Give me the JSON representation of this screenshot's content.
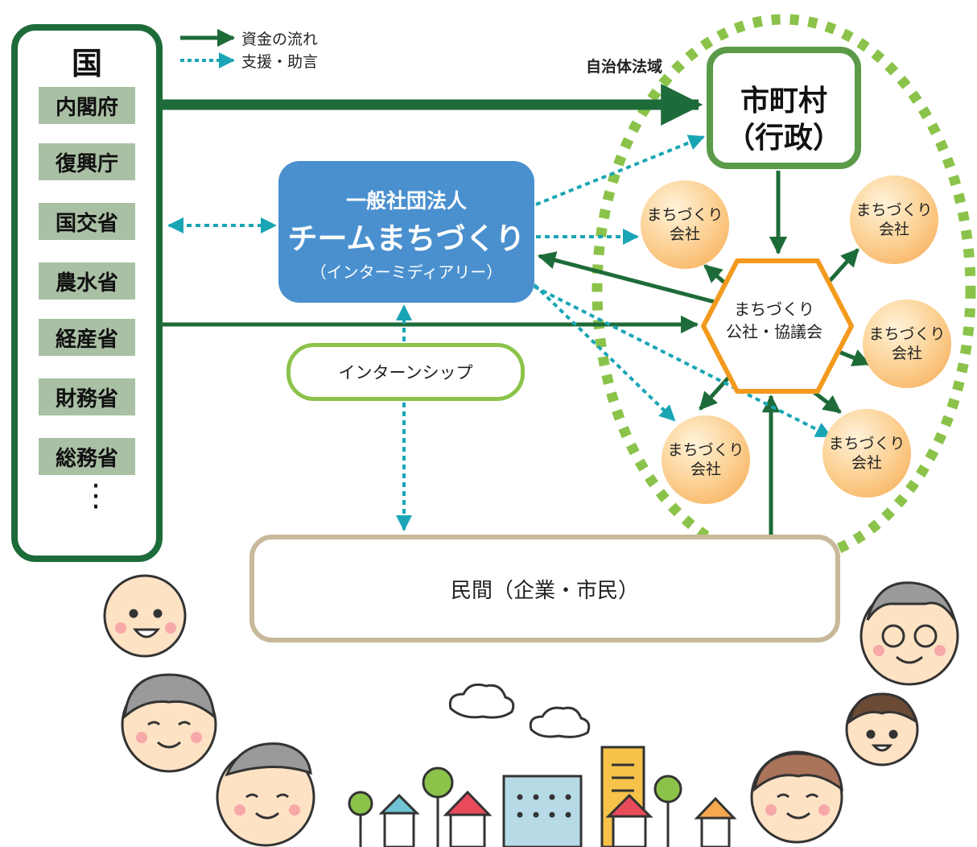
{
  "legend": {
    "funds_label": "資金の流れ",
    "support_label": "支援・助言"
  },
  "government": {
    "title": "国",
    "ministries": [
      "内閣府",
      "復興庁",
      "国交省",
      "農水省",
      "経産省",
      "財務省",
      "総務省"
    ],
    "more": "⋮"
  },
  "team": {
    "subtitle": "一般社団法人",
    "name": "チームまちづくり",
    "paren": "（インターミディアリー）"
  },
  "internship": {
    "label": "インターンシップ"
  },
  "private_sector": {
    "label": "民間（企業・市民）"
  },
  "region": {
    "label": "自治体法域"
  },
  "municipality": {
    "line1": "市町村",
    "line2": "（行政）"
  },
  "council": {
    "line1": "まちづくり",
    "line2": "公社・協議会"
  },
  "company": {
    "line1": "まちづくり",
    "line2": "会社"
  },
  "colors": {
    "funds_arrow": "#1e6b3a",
    "support_arrow": "#1aa5b5",
    "region_ring": "#8bc34a",
    "council_border": "#f39a1e",
    "team_fill": "#4a90cf"
  }
}
